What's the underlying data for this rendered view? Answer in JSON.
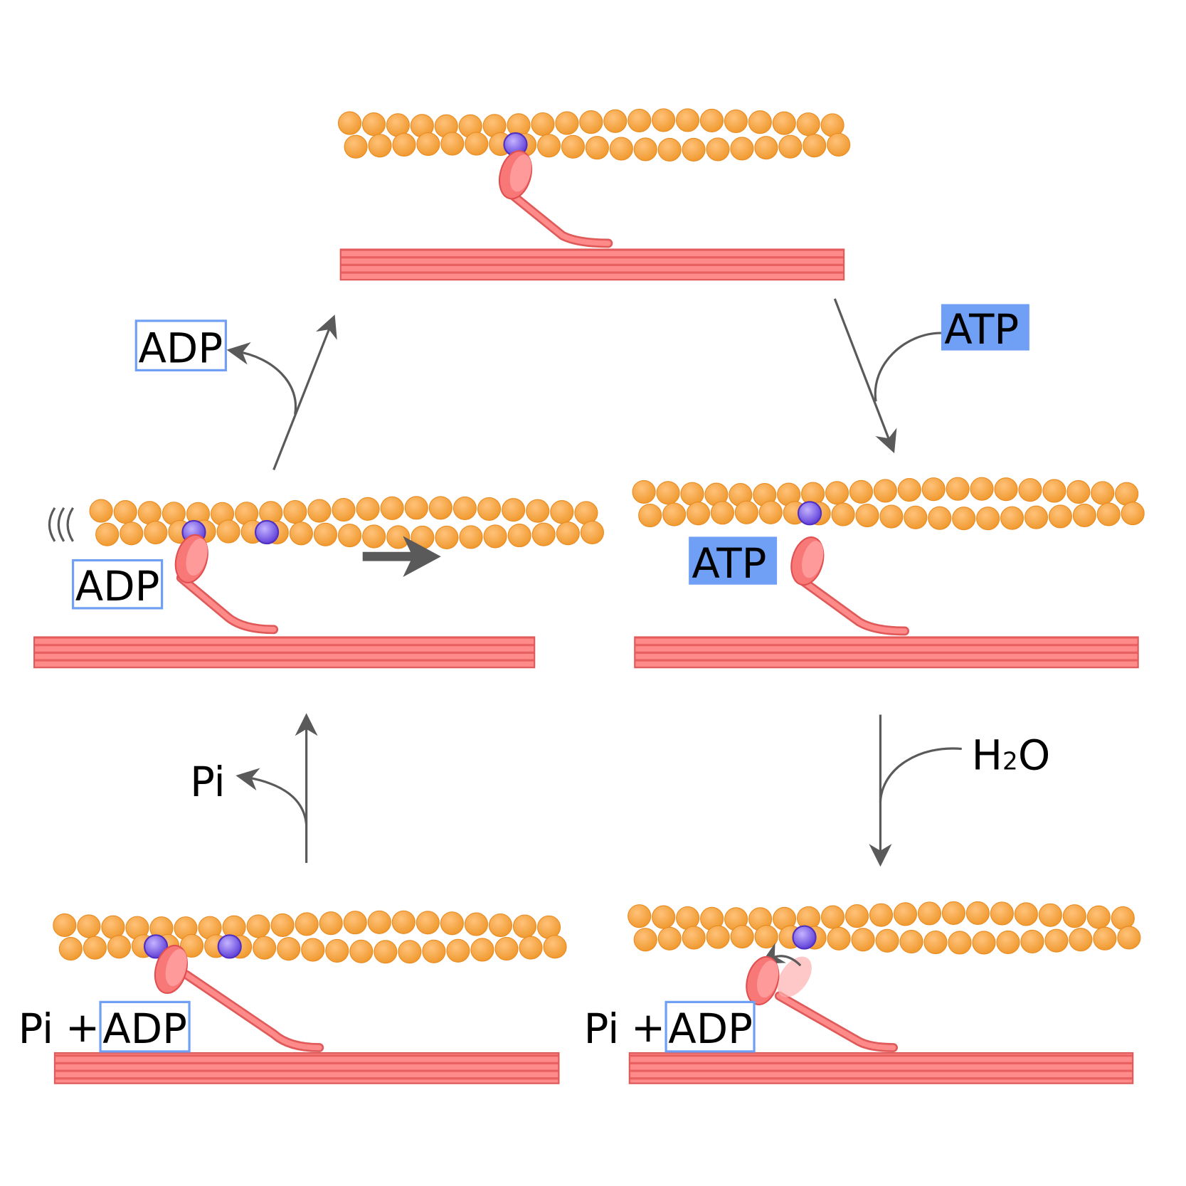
{
  "labels": {
    "atp_top": "ATP",
    "atp_bound": "ATP",
    "h2o_h": "H",
    "h2o_sub": "2",
    "h2o_o": "O",
    "pi_right": "Pi",
    "plus_right": "+",
    "adp_right": "ADP",
    "pi_left": "Pi",
    "plus_left": "+",
    "adp_left": "ADP",
    "pi_released": "Pi",
    "adp_bound": "ADP",
    "adp_released": "ADP"
  },
  "colors": {
    "actin": "#f5a040",
    "myosin": "#f98080",
    "binding_site": "#7a5ce0",
    "atp_box": "#6fa0f5",
    "adp_box_border": "#6fa0f5",
    "arrow": "#5a5a5a"
  }
}
